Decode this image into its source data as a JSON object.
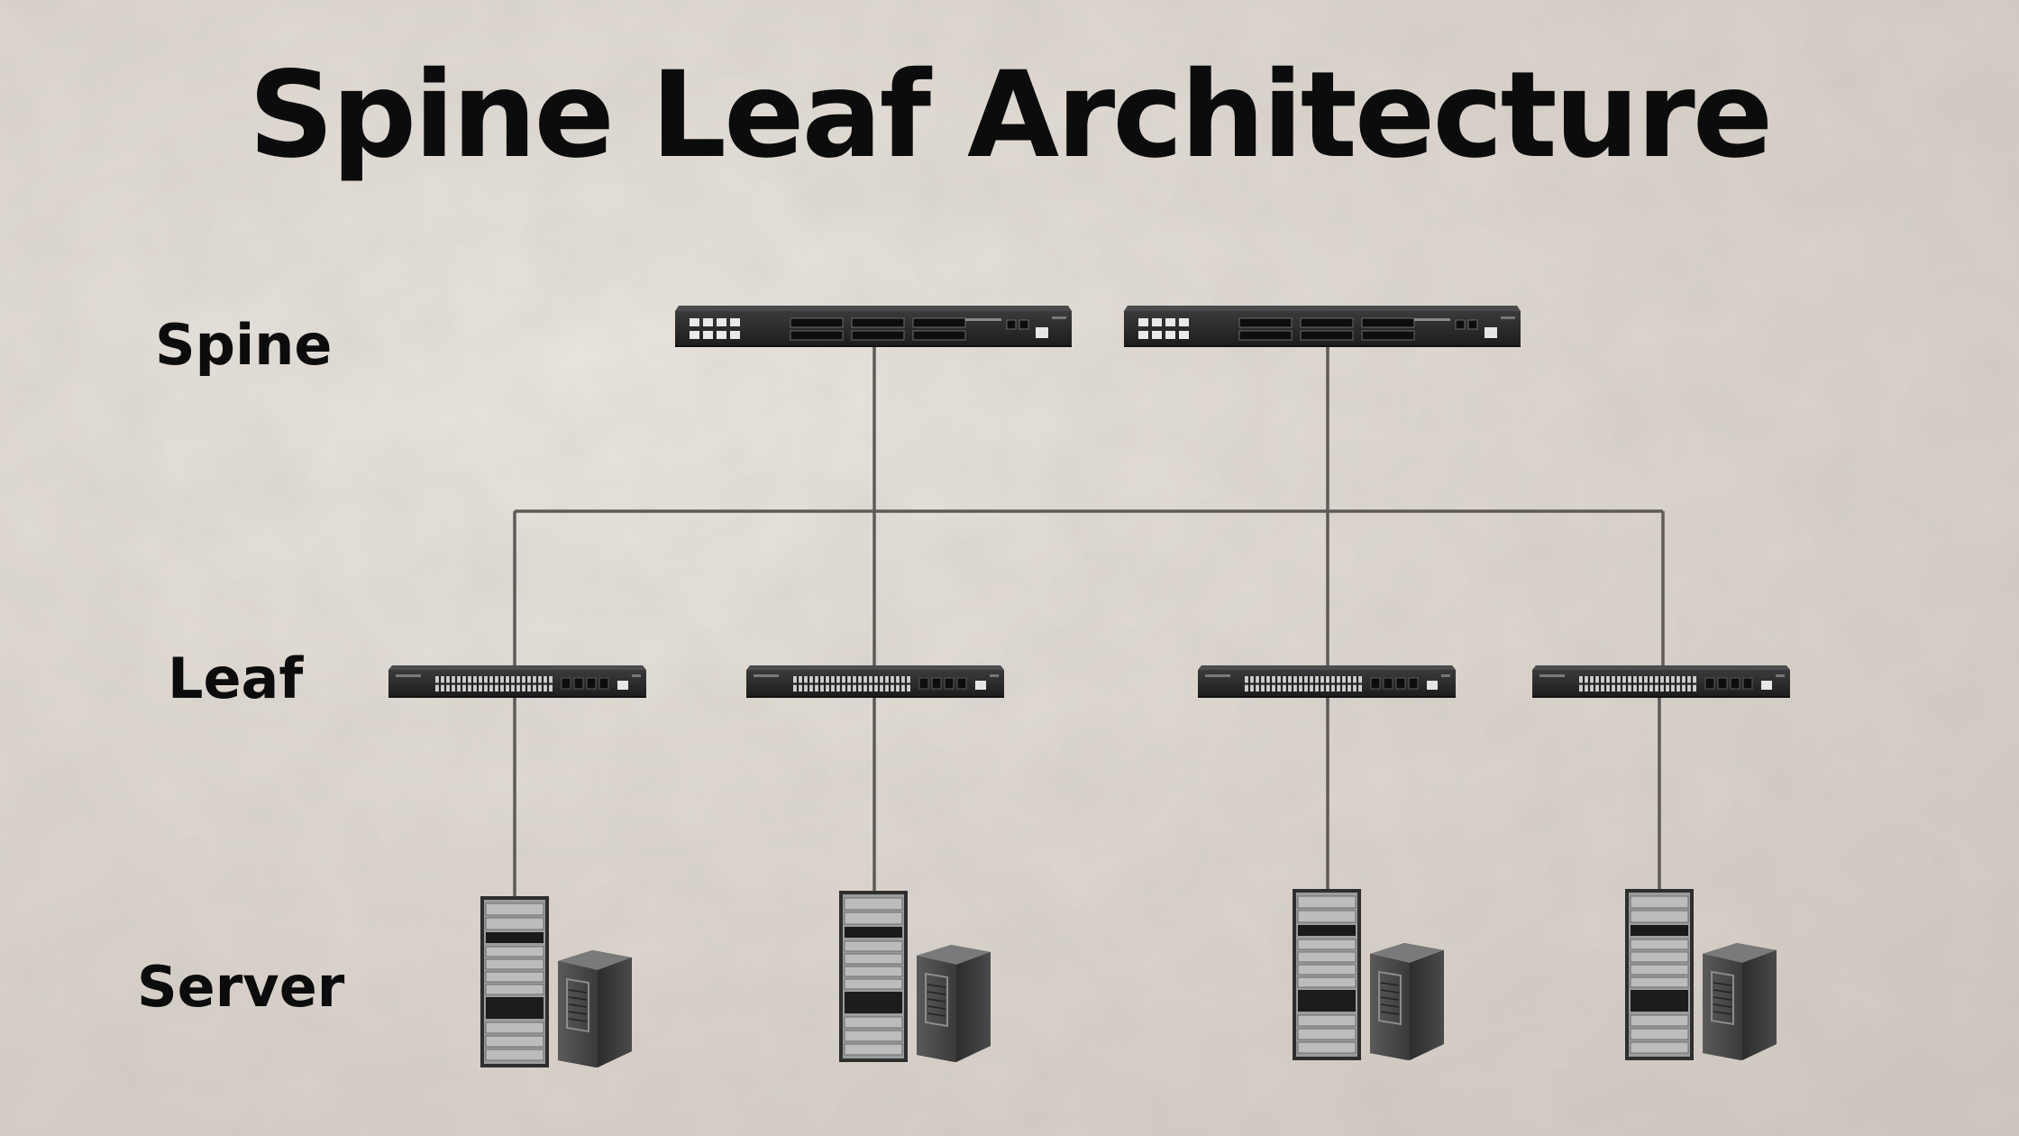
{
  "title": "Spine Leaf Architecture",
  "tiers": {
    "spine": "Spine",
    "leaf": "Leaf",
    "server": "Server"
  },
  "colors": {
    "device": "#252525",
    "line": "#5e5a57",
    "text": "#0c0c0c"
  },
  "icons": {
    "spine_switch": "network-switch-icon",
    "leaf_switch": "network-switch-icon",
    "server": "server-tower-icon"
  },
  "nodes": {
    "spine": [
      "spine-1",
      "spine-2"
    ],
    "leaf": [
      "leaf-1",
      "leaf-2",
      "leaf-3",
      "leaf-4"
    ],
    "server": [
      "server-1",
      "server-2",
      "server-3",
      "server-4"
    ]
  },
  "links": [
    [
      "spine-1",
      "leaf-1"
    ],
    [
      "spine-1",
      "leaf-2"
    ],
    [
      "spine-1",
      "leaf-3"
    ],
    [
      "spine-1",
      "leaf-4"
    ],
    [
      "spine-2",
      "leaf-1"
    ],
    [
      "spine-2",
      "leaf-2"
    ],
    [
      "spine-2",
      "leaf-3"
    ],
    [
      "spine-2",
      "leaf-4"
    ],
    [
      "leaf-1",
      "server-1"
    ],
    [
      "leaf-2",
      "server-2"
    ],
    [
      "leaf-3",
      "server-3"
    ],
    [
      "leaf-4",
      "server-4"
    ]
  ]
}
